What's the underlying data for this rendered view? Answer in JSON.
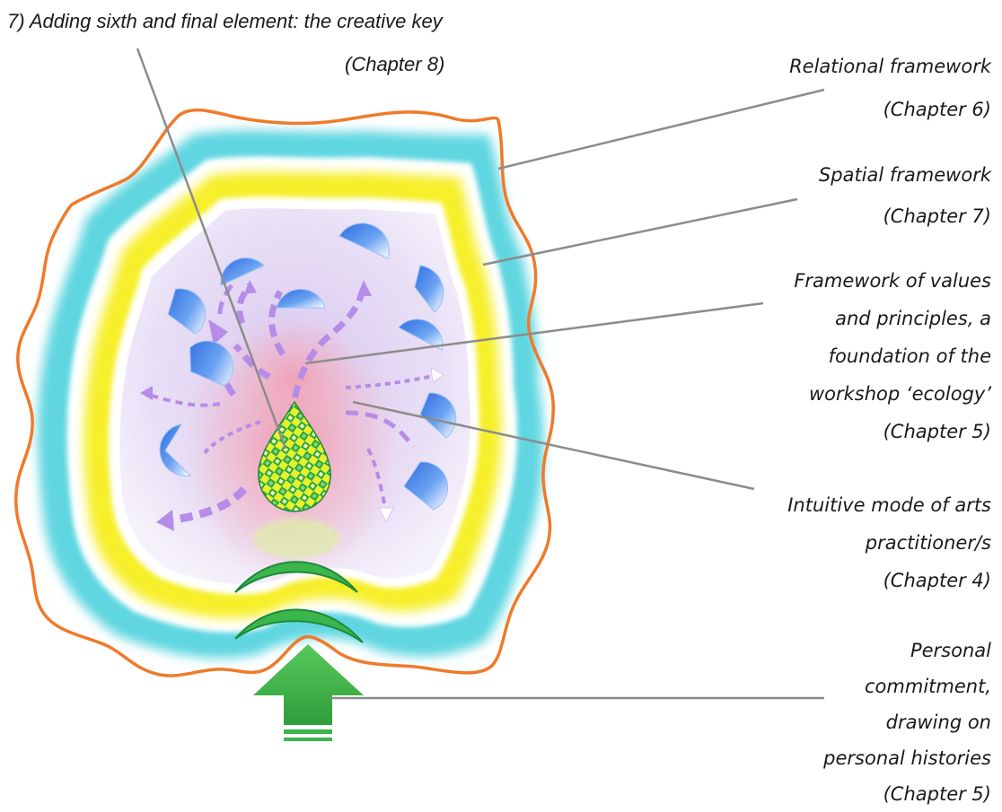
{
  "title": {
    "line1": "7)   Adding sixth and final element: the creative key",
    "line2": "(Chapter 8)"
  },
  "labels": {
    "relational": {
      "line1": "Relational framework",
      "line2": "(Chapter 6)"
    },
    "spatial": {
      "line1": "Spatial framework",
      "line2": "(Chapter 7)"
    },
    "values": {
      "line1": "Framework of values",
      "line2": "and principles, a",
      "line3": "foundation of the",
      "line4": "workshop ‘ecology’",
      "line5": "(Chapter 5)"
    },
    "intuitive": {
      "line1": "Intuitive mode of arts",
      "line2": "practitioner/s",
      "line3": "(Chapter 4)"
    },
    "personal": {
      "line1": "Personal",
      "line2": "commitment,",
      "line3": "drawing on",
      "line4": "personal histories",
      "line5": "(Chapter 5)"
    }
  },
  "colors": {
    "outline": "#f07a2a",
    "cyan_ring": "#5fd6e0",
    "yellow_ring": "#f6ef2a",
    "lavender": "#e4d8f4",
    "pink_glow": "#f7a9b6",
    "semicircle": "#3a7fe6",
    "arrow_dash": "#b58de8",
    "green": "#3bb64a",
    "key_yellow": "#e8f02a",
    "leader_line": "#8c8c8c"
  }
}
